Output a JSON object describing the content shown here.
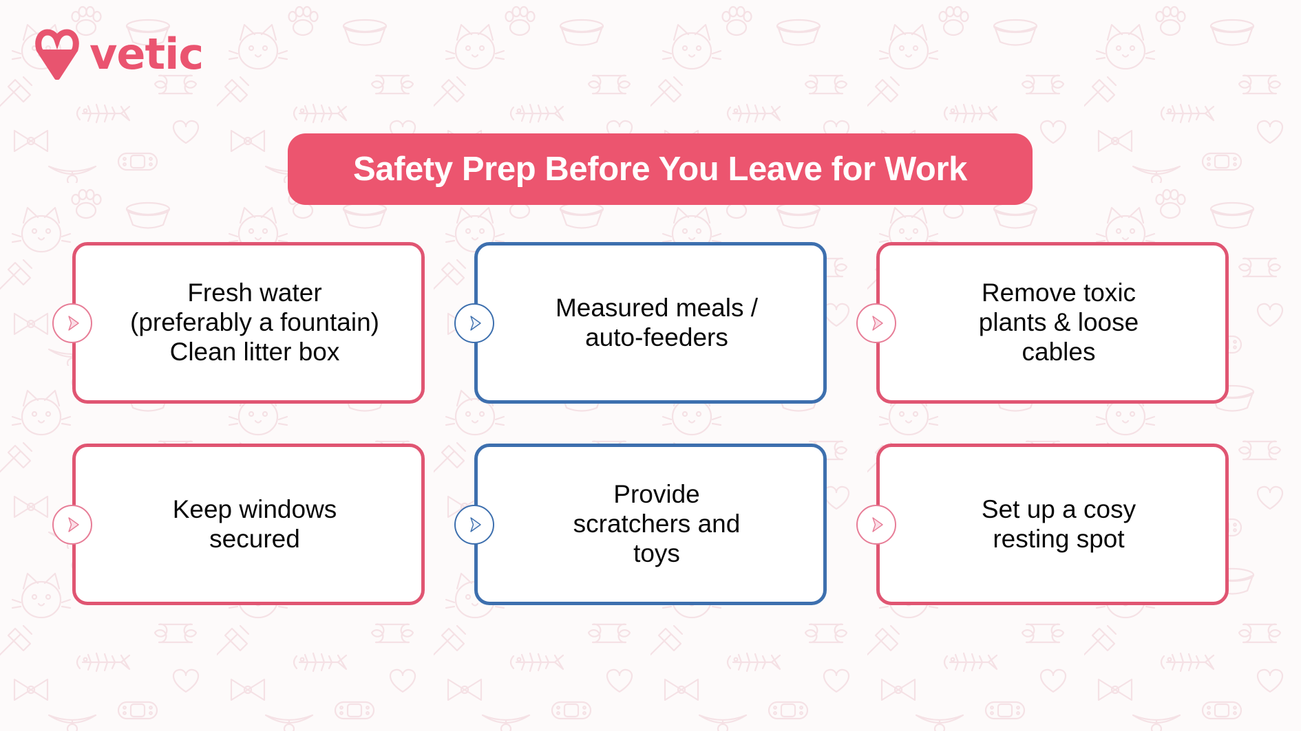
{
  "brand": {
    "name": "vetic",
    "logo_icon": "heart-v-logo-icon",
    "accent_pink": "#ec556f",
    "accent_blue": "#3d6fae",
    "badge_pink_fill": "#fbdde6",
    "badge_blue_fill": "#eef3fa",
    "background": "#fdfafa"
  },
  "header": {
    "title": "Safety Prep Before You Leave for Work",
    "banner_color": "#ec556f",
    "title_color": "#ffffff"
  },
  "cards": [
    {
      "id": "fresh-water",
      "text": "Fresh water\n(preferably a fountain)\nClean litter box",
      "accent": "pink",
      "badge_icon": "play-arrow-icon"
    },
    {
      "id": "measured-meals",
      "text": "Measured meals /\nauto-feeders",
      "accent": "blue",
      "badge_icon": "play-arrow-icon"
    },
    {
      "id": "remove-toxic-plants",
      "text": "Remove toxic\nplants & loose\ncables",
      "accent": "pink",
      "badge_icon": "play-arrow-icon"
    },
    {
      "id": "keep-windows-secured",
      "text": "Keep windows\nsecured",
      "accent": "pink",
      "badge_icon": "play-arrow-icon"
    },
    {
      "id": "provide-scratchers",
      "text": "Provide\nscratchers and\ntoys",
      "accent": "blue",
      "badge_icon": "play-arrow-icon"
    },
    {
      "id": "cosy-resting-spot",
      "text": "Set up a cosy\nresting spot",
      "accent": "pink",
      "badge_icon": "play-arrow-icon"
    }
  ],
  "background_pattern": {
    "motifs": [
      "cat-face-icon",
      "fish-bone-icon",
      "bone-icon",
      "bow-tie-icon",
      "heart-icon",
      "paw-icon",
      "pet-bowl-icon",
      "syringe-icon",
      "bandage-icon",
      "collar-icon"
    ],
    "line_color": "#f6dfe3"
  }
}
